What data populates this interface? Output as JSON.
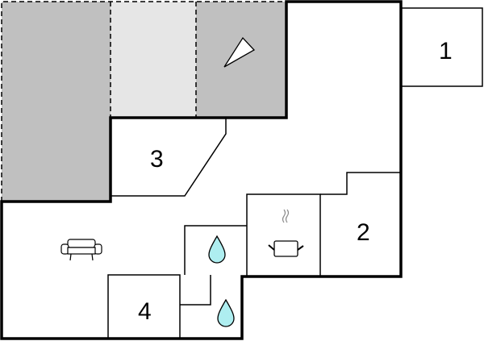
{
  "rooms": [
    {
      "number": "1"
    },
    {
      "number": "2"
    },
    {
      "number": "3"
    },
    {
      "number": "4"
    }
  ],
  "icons": [
    "compass-north-icon",
    "sofa-icon",
    "cooking-pot-icon",
    "water-drop-icon",
    "water-drop-icon"
  ],
  "colors": {
    "outdoor_dark": "#c0c0c0",
    "outdoor_light": "#e6e6e6",
    "water": "#aeeef0",
    "wall": "#000000"
  }
}
